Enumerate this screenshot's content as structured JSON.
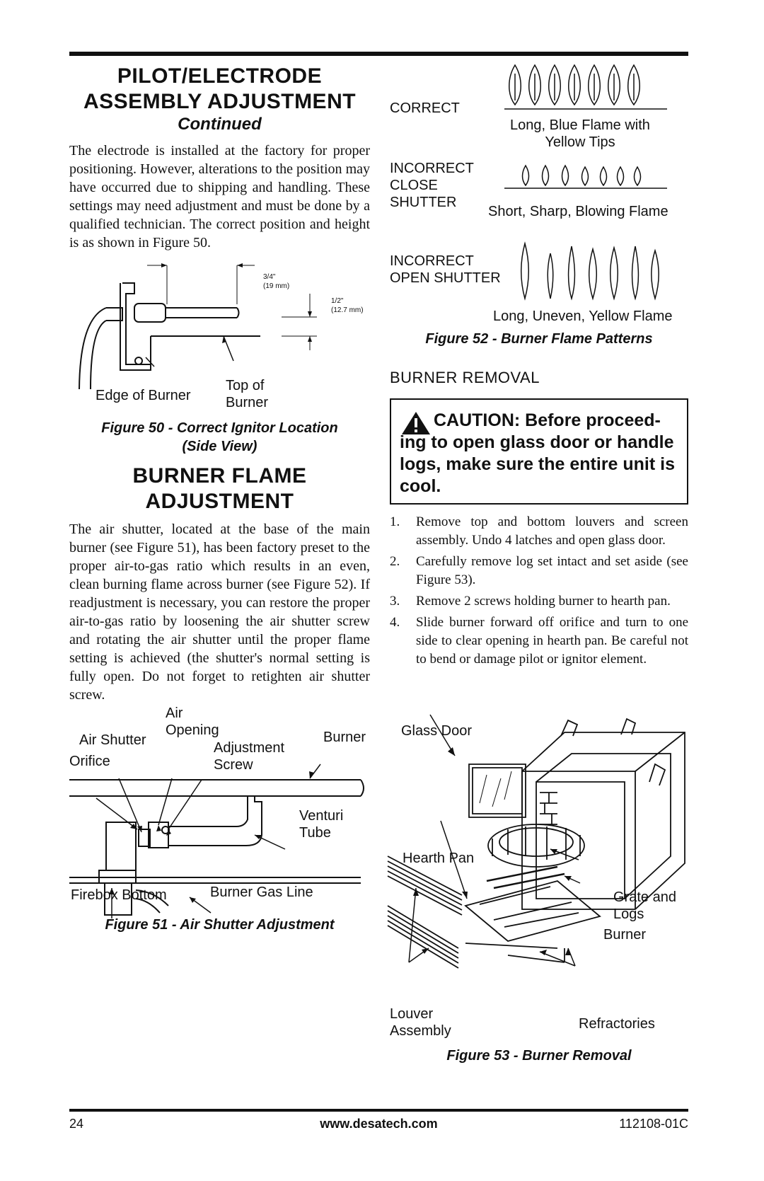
{
  "pilot_section": {
    "title_line1": "PILOT/ELECTRODE",
    "title_line2": "ASSEMBLY ADJUSTMENT",
    "continued": "Continued",
    "paragraph": "The electrode is installed at the factory for proper positioning. However, alterations to the position may have occurred due to shipping and handling. These settings may need adjustment and must be done by a qualified technician. The correct position and height is as shown in Figure 50."
  },
  "figure50": {
    "dim1_a": "3/4\"",
    "dim1_b": "(19 mm)",
    "dim2_a": "1/2\"",
    "dim2_b": "(12.7 mm)",
    "label_edge": "Edge of Burner",
    "label_top1": "Top of",
    "label_top2": "Burner",
    "caption1": "Figure 50 - Correct Ignitor Location",
    "caption2": "(Side View)"
  },
  "flame_section": {
    "title_line1": "BURNER FLAME",
    "title_line2": "ADJUSTMENT",
    "paragraph": "The air shutter, located at the base of the main burner (see Figure 51), has been factory preset to the proper air-to-gas ratio which results in an even, clean burning flame across burner (see Figure 52). If readjustment is necessary, you can restore the proper air-to-gas ratio by loosening the air shutter screw and rotating the air shutter until the proper flame setting is achieved (the shutter's normal setting is fully open. Do not forget to retighten air shutter screw."
  },
  "figure51": {
    "air": "Air",
    "opening": "Opening",
    "air_shutter": "Air Shutter",
    "orifice": "Orifice",
    "adjustment": "Adjustment",
    "screw": "Screw",
    "burner": "Burner",
    "venturi": "Venturi",
    "tube": "Tube",
    "firebox_bottom": "Firebox Bottom",
    "gas_line": "Burner Gas Line",
    "caption": "Figure 51 - Air Shutter Adjustment"
  },
  "figure52": {
    "correct": "CORRECT",
    "correct_desc1": "Long, Blue Flame with",
    "correct_desc2": "Yellow Tips",
    "incorrect1_l1": "INCORRECT",
    "incorrect1_l2": "CLOSE",
    "incorrect1_l3": "SHUTTER",
    "incorrect1_desc": "Short, Sharp, Blowing Flame",
    "incorrect2_l1": "INCORRECT",
    "incorrect2_l2": "OPEN SHUTTER",
    "incorrect2_desc": "Long, Uneven, Yellow Flame",
    "caption": "Figure 52 - Burner Flame Patterns"
  },
  "removal_section": {
    "heading": "BURNER REMOVAL",
    "caution": "CAUTION: Before proceed-ing to open glass door or handle logs, make sure the entire unit is cool.",
    "steps": [
      {
        "num": "1.",
        "text": "Remove top and bottom louvers and screen assembly. Undo 4 latches and open glass door."
      },
      {
        "num": "2.",
        "text": "Carefully remove log set intact and set aside (see Figure 53)."
      },
      {
        "num": "3.",
        "text": "Remove 2 screws holding burner to hearth pan."
      },
      {
        "num": "4.",
        "text": "Slide burner forward off orifice and turn to one side to clear opening in hearth pan. Be careful not to bend or damage pilot or ignitor element."
      }
    ]
  },
  "figure53": {
    "glass_door": "Glass Door",
    "hearth_pan": "Hearth Pan",
    "grate1": "Grate and",
    "grate2": "Logs",
    "burner": "Burner",
    "louver1": "Louver",
    "louver2": "Assembly",
    "refractories": "Refractories",
    "caption": "Figure 53 - Burner Removal"
  },
  "footer": {
    "page": "24",
    "url": "www.desatech.com",
    "doc": "112108-01C"
  }
}
